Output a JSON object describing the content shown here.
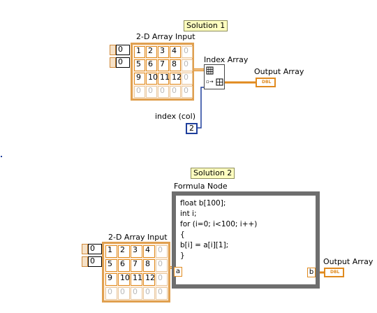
{
  "solution1": {
    "title": "Solution 1",
    "array_label": "2-D Array Input",
    "index_values": [
      "0",
      "0"
    ],
    "rows": [
      [
        "1",
        "2",
        "3",
        "4",
        "0"
      ],
      [
        "5",
        "6",
        "7",
        "8",
        "0"
      ],
      [
        "9",
        "10",
        "11",
        "12",
        "0"
      ],
      [
        "0",
        "0",
        "0",
        "0",
        "0"
      ]
    ],
    "index_array_label": "Index Array",
    "output_label": "Output Array",
    "indicator_text": "DBL",
    "col_label": "index (col)",
    "col_value": "2"
  },
  "solution2": {
    "title": "Solution 2",
    "array_label": "2-D Array Input",
    "index_values": [
      "0",
      "0"
    ],
    "rows": [
      [
        "1",
        "2",
        "3",
        "4",
        "0"
      ],
      [
        "5",
        "6",
        "7",
        "8",
        "0"
      ],
      [
        "9",
        "10",
        "11",
        "12",
        "0"
      ],
      [
        "0",
        "0",
        "0",
        "0",
        "0"
      ]
    ],
    "formula_node_label": "Formula Node",
    "code_lines": [
      "float b[100];",
      "int i;",
      "for (i=0; i<100; i++)",
      "{",
      "b[i] = a[i][1];",
      "}"
    ],
    "input_tunnel": "a",
    "output_tunnel": "b",
    "output_label": "Output Array",
    "indicator_text": "DBL"
  },
  "colors": {
    "wire_orange": "#e08a1e",
    "wire_blue": "#1f3f9c",
    "title_bg": "#ffffc0",
    "node_frame": "#6e6e6e"
  }
}
